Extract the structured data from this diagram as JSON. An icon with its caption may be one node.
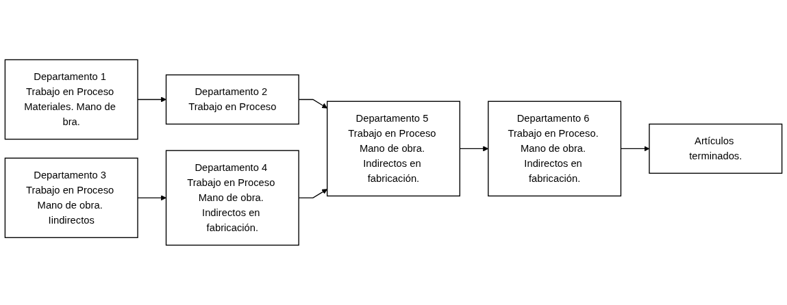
{
  "diagram": {
    "nodes": [
      {
        "text": [
          "Departamento 1 Trabajo en Proceso Materiales. Mano de bra."
        ]
      },
      {
        "text": [
          "Departamento 2 Trabajo en Proceso"
        ]
      },
      {
        "text": [
          "Departamento 3 Trabajo en Proceso Mano de obra. Iindirectos"
        ]
      },
      {
        "text": [
          "Departamento 4 Trabajo en Proceso Mano de obra. Indirectos en fabricación."
        ]
      },
      {
        "text": [
          "Departamento 5 Trabajo en Proceso Mano de obra. Indirectos en fabricación."
        ]
      },
      {
        "text": [
          "Departamento 6 Trabajo en Proceso. Mano de obra. Indirectos en fabricación."
        ]
      },
      {
        "text": [
          "Artículos terminados."
        ]
      }
    ],
    "edges": [
      {
        "from": 0,
        "to": 1,
        "arrow": "to"
      },
      {
        "from": 2,
        "to": 3,
        "arrow": "to"
      },
      {
        "from": 1,
        "to": 4,
        "arrow": "to"
      },
      {
        "from": 3,
        "to": 4,
        "arrow": "to"
      },
      {
        "from": 4,
        "to": 5,
        "arrow": "to"
      },
      {
        "from": 5,
        "to": 6,
        "arrow": "to"
      }
    ]
  }
}
